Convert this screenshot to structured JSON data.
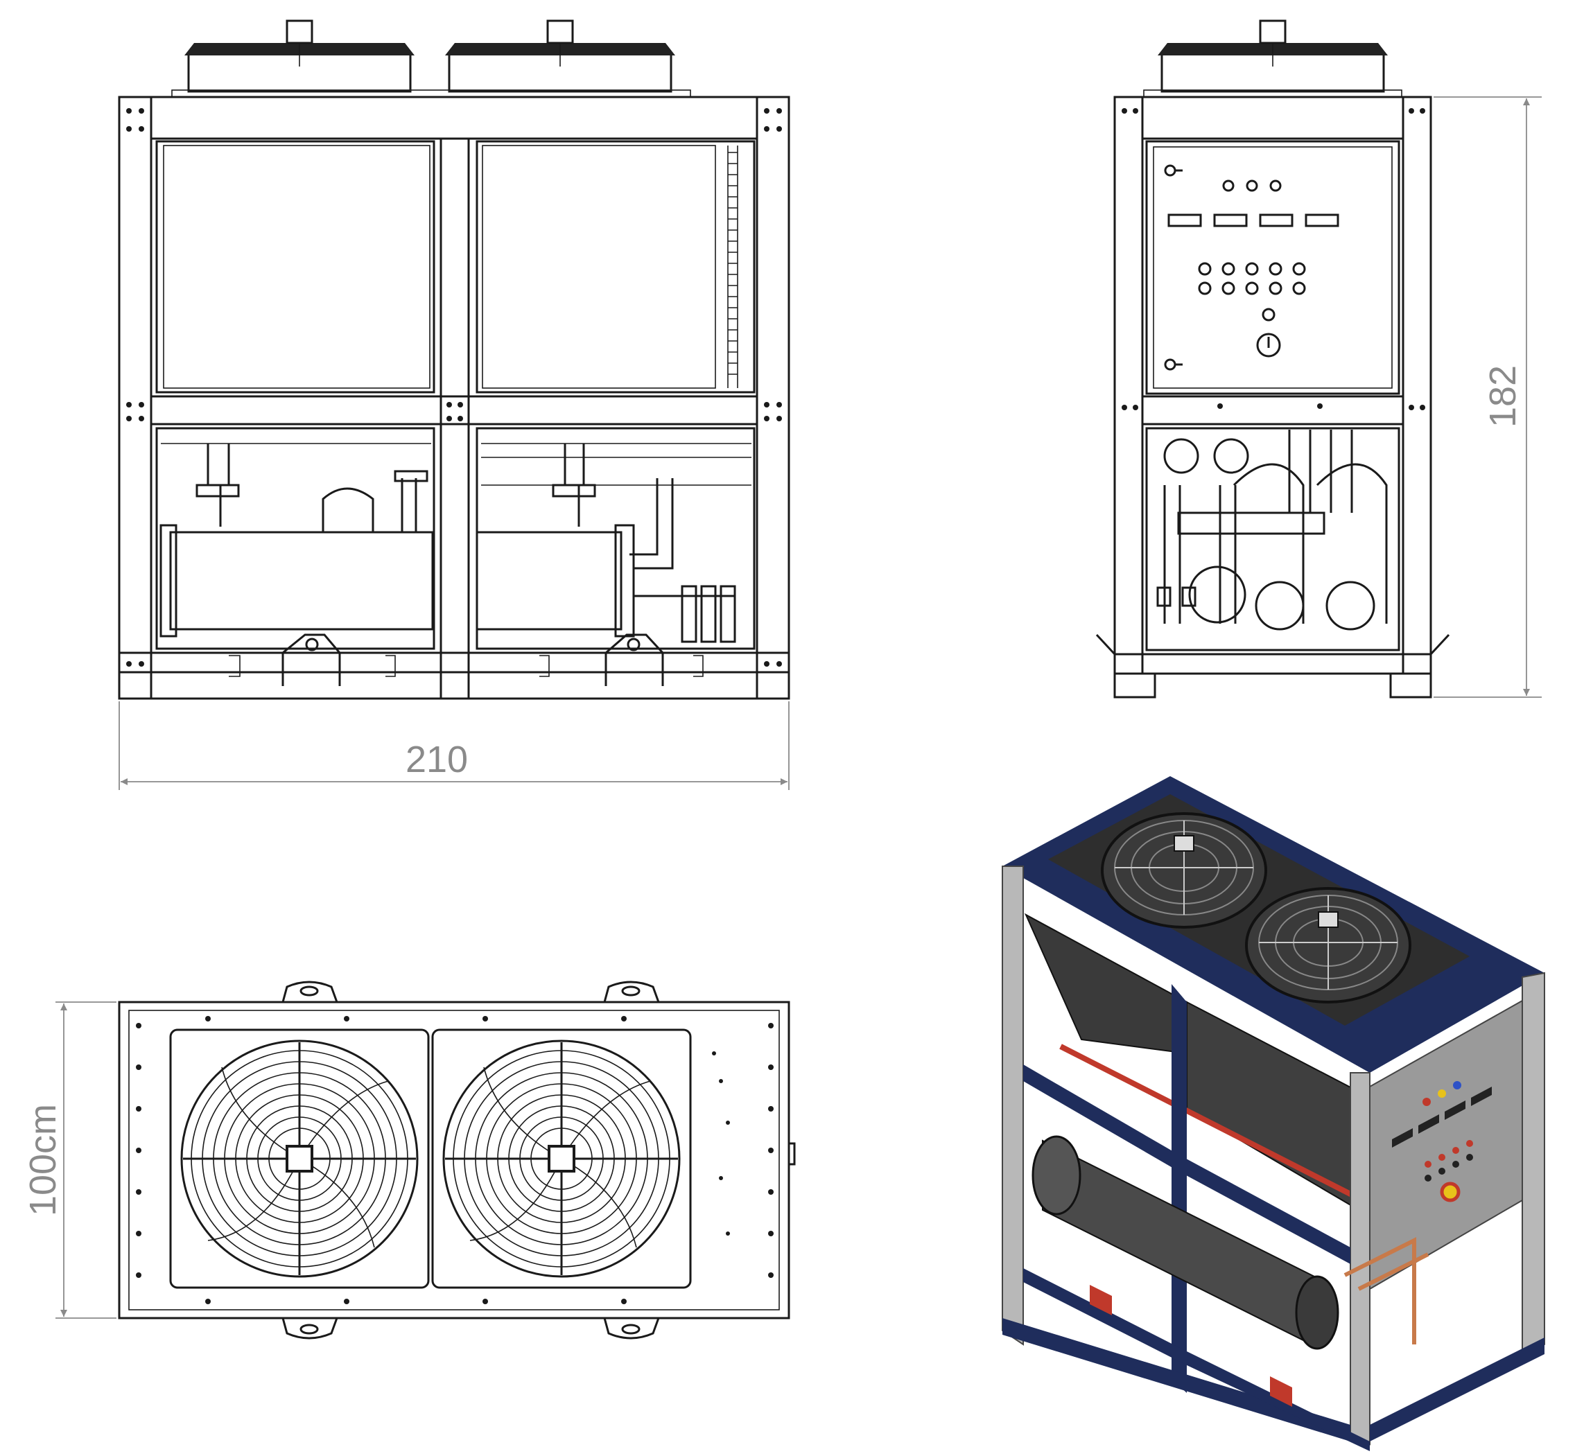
{
  "dimensions": {
    "width_label": "210",
    "height_label": "182",
    "depth_label": "100cm"
  },
  "colors": {
    "line": "#1a1a1a",
    "dimension": "#8a8a8a",
    "frame_blue": "#1f2d5c",
    "frame_grey": "#b8b8b8",
    "coil_dark": "#3a3a3a",
    "panel_grey": "#9a9a9a",
    "accent_red": "#c0392b",
    "copper": "#c87a4a"
  }
}
